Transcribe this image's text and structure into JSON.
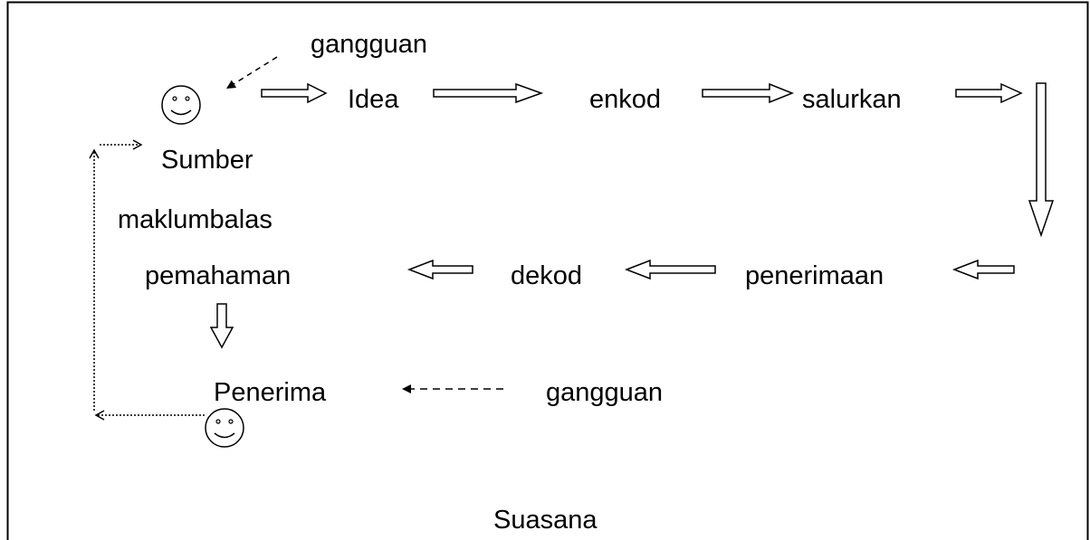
{
  "labels": {
    "noise_top": "gangguan",
    "idea": "Idea",
    "encode": "enkod",
    "channel": "salurkan",
    "source": "Sumber",
    "feedback": "maklumbalas",
    "understanding": "pemahaman",
    "decode": "dekod",
    "reception": "penerimaan",
    "receiver": "Penerima",
    "noise_bottom": "gangguan",
    "context": "Suasana"
  },
  "icons": {
    "source_person": "smiley-face-icon",
    "receiver_person": "smiley-face-icon"
  },
  "colors": {
    "line": "#000000",
    "background": "#ffffff"
  }
}
